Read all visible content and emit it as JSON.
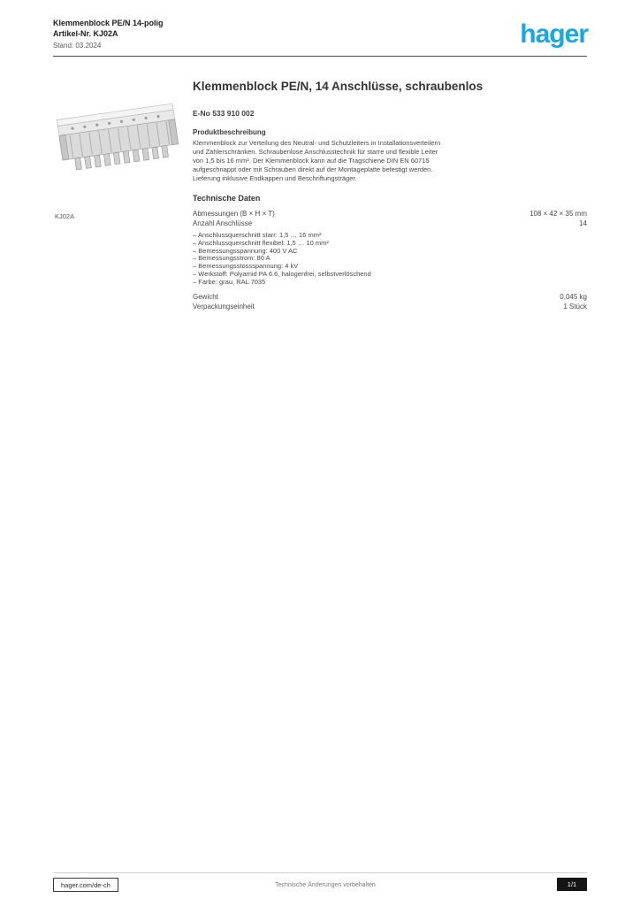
{
  "header": {
    "title_line1": "Klemmenblock PE/N 14-polig",
    "title_line2": "Artikel-Nr. KJ02A",
    "title_line3": "Stand: 03.2024",
    "logo_text": "hager",
    "logo_color": "#1aa7e0"
  },
  "product": {
    "image_caption": "KJ02A",
    "title": "Klemmenblock PE/N, 14 Anschlüsse, schraubenlos",
    "enumber": "E-No 533 910 002"
  },
  "description": {
    "heading": "Produktbeschreibung",
    "lines": [
      "Klemmenblock zur Verteilung des Neutral- und Schutzleiters in Installationsverteilern",
      "und Zählerschränken. Schraubenlose Anschlusstechnik für starre und flexible Leiter",
      "von 1,5 bis 16 mm². Der Klemmenblock kann auf die Tragschiene DIN EN 60715",
      "aufgeschnappt oder mit Schrauben direkt auf der Montageplatte befestigt werden.",
      "Lieferung inklusive Endkappen und Beschriftungsträger."
    ]
  },
  "specs1": {
    "heading": "Technische Daten",
    "rows": [
      {
        "label": "Abmessungen (B × H × T)",
        "value": "108 × 42 × 35 mm"
      },
      {
        "label": "Anzahl Anschlüsse",
        "value": "14"
      }
    ]
  },
  "features": {
    "lines": [
      "– Anschlussquerschnitt starr: 1,5 … 16 mm²",
      "– Anschlussquerschnitt flexibel: 1,5 … 10 mm²",
      "– Bemessungsspannung: 400 V AC",
      "– Bemessungsstrom: 80 A",
      "– Bemessungsstossspannung: 4 kV",
      "– Werkstoff: Polyamid PA 6.6, halogenfrei, selbstverlöschend",
      "– Farbe: grau, RAL 7035"
    ]
  },
  "specs2": {
    "rows": [
      {
        "label": "Gewicht",
        "value": "0,045 kg"
      },
      {
        "label": "Verpackungseinheit",
        "value": "1 Stück"
      }
    ]
  },
  "footer": {
    "website": "hager.com/de-ch",
    "center_text": "Technische Änderungen vorbehalten",
    "page_badge": "1/1"
  }
}
